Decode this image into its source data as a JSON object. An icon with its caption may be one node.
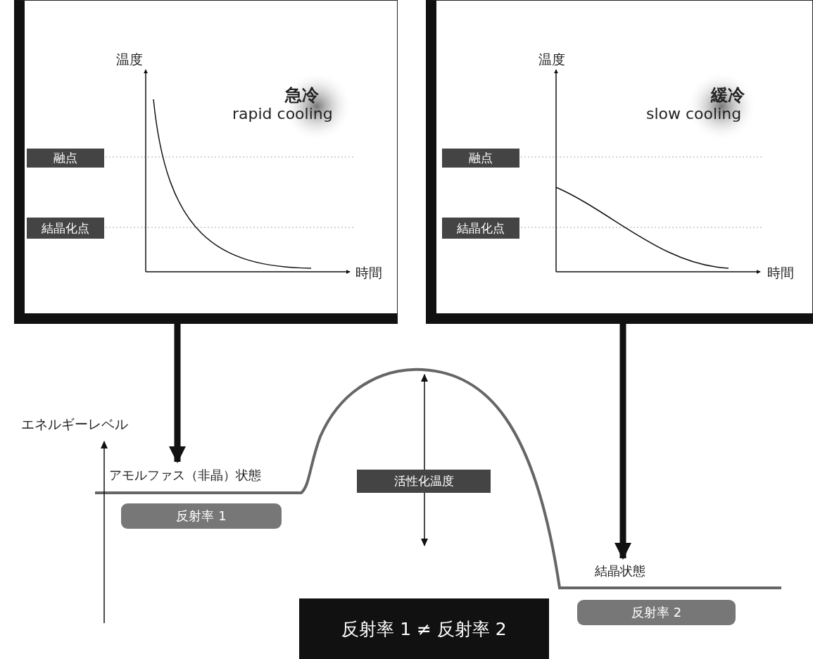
{
  "diagram": {
    "nodes": [
      {
        "text": [
          "急冷",
          "rapid cooling"
        ]
      },
      {
        "text": [
          "融点"
        ],
        "in": 0
      },
      {
        "text": [
          "結晶化点"
        ],
        "in": 0
      },
      {
        "text": [
          "緩冷",
          "slow cooling"
        ]
      },
      {
        "text": [
          "融点"
        ],
        "in": 3
      },
      {
        "text": [
          "結晶化点"
        ],
        "in": 3
      },
      {
        "text": [
          "アモルファス（非晶）状態"
        ]
      },
      {
        "text": [
          "反射率 1"
        ]
      },
      {
        "text": [
          "活性化温度"
        ]
      },
      {
        "text": [
          "結晶状態"
        ]
      },
      {
        "text": [
          "反射率 2"
        ]
      },
      {
        "text": [
          "反射率 1 ≠ 反射率 2"
        ]
      }
    ],
    "edges": [
      {
        "from": 0,
        "to": 6,
        "arrow": "to"
      },
      {
        "from": 3,
        "to": 9,
        "arrow": "to"
      }
    ],
    "labels": [
      "温度",
      "時間",
      "温度",
      "時間",
      "エネルギーレベル"
    ]
  }
}
